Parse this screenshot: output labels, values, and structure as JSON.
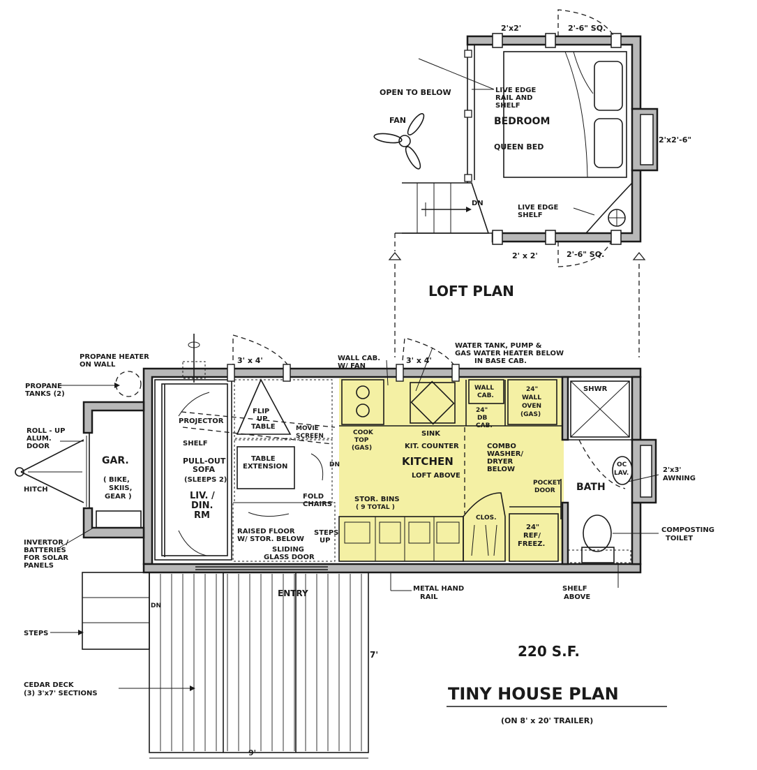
{
  "colors": {
    "kitchen": "#f4f0a4",
    "wall": "#b8b8b8",
    "ink": "#1a1a1a",
    "paper": "#ffffff"
  },
  "loft": {
    "title": "LOFT PLAN",
    "window_top_1": "2'x2'",
    "window_top_2": "2'-6\" SQ.",
    "window_right": "2'x2'-6\"",
    "window_bottom_1": "2' x 2'",
    "window_bottom_2": "2'-6\" SQ.",
    "open_to_below": "OPEN TO BELOW",
    "fan": "FAN",
    "live_edge_rail": [
      "LIVE EDGE",
      "RAIL AND",
      "SHELF"
    ],
    "bedroom": "BEDROOM",
    "queen_bed": "QUEEN BED",
    "dn": "DN",
    "live_edge_shelf": [
      "LIVE EDGE",
      "SHELF"
    ]
  },
  "main": {
    "propane_heater": [
      "PROPANE  HEATER",
      "ON WALL"
    ],
    "propane_tanks": [
      "PROPANE",
      "TANKS (2)"
    ],
    "roll_up_door": [
      "ROLL - UP",
      "ALUM.",
      "DOOR"
    ],
    "hitch": "HITCH",
    "gar": "GAR.",
    "gar_contents": [
      "( BIKE,",
      "SKIIS,",
      "GEAR )"
    ],
    "invertor": [
      "INVERTOR /",
      "BATTERIES",
      "FOR SOLAR",
      "PANELS"
    ],
    "window_liv": "3' x 4'",
    "window_kit": "3' x 4'",
    "projector": "PROJECTOR",
    "shelf": "SHELF",
    "sofa": [
      "PULL-OUT",
      "SOFA",
      "(SLEEPS 2)"
    ],
    "liv_din": [
      "LIV. /",
      "DIN.",
      "RM"
    ],
    "flip_table": [
      "FLIP",
      "UP",
      "TABLE"
    ],
    "movie_screen": [
      "MOVIE",
      "SCREEN"
    ],
    "table_extension": [
      "TABLE",
      "EXTENSION"
    ],
    "fold_chairs": [
      "FOLD",
      "CHAIRS"
    ],
    "raised_floor": [
      "RAISED FLOOR",
      "W/ STOR. BELOW"
    ],
    "sliding_door": [
      "SLIDING",
      "GLASS DOOR"
    ],
    "steps_up": [
      "STEPS",
      "UP"
    ],
    "dn": "DN",
    "wall_cab_fan": [
      "WALL CAB.",
      "W/ FAN"
    ],
    "water_tank": [
      "WATER TANK, PUMP &",
      "GAS WATER HEATER BELOW",
      "IN BASE CAB."
    ],
    "cook_top": [
      "COOK",
      "TOP",
      "(GAS)"
    ],
    "sink": "SINK",
    "kit_counter": "KIT. COUNTER",
    "kitchen": "KITCHEN",
    "loft_above": "LOFT ABOVE",
    "wall_cab": [
      "WALL",
      "CAB."
    ],
    "db_cab": [
      "24\"",
      "DB",
      "CAB."
    ],
    "wall_oven": [
      "24\"",
      "WALL",
      "OVEN",
      "(GAS)"
    ],
    "combo_washer": [
      "COMBO",
      "WASHER/",
      "DRYER",
      "BELOW"
    ],
    "stor_bins": [
      "STOR. BINS",
      "( 9 TOTAL )"
    ],
    "clos": "CLOS.",
    "pocket_door": [
      "POCKET",
      "DOOR"
    ],
    "ref": [
      "24\"",
      "REF/",
      "FREEZ."
    ],
    "shwr": "SHWR",
    "bath": "BATH",
    "lav": [
      "OC",
      "LAV."
    ],
    "awning": [
      "2'x3'",
      "AWNING"
    ],
    "composting": [
      "COMPOSTING",
      "TOILET"
    ],
    "metal_rail": [
      "METAL HAND",
      "RAIL"
    ],
    "shelf_above": [
      "SHELF",
      "ABOVE"
    ],
    "entry": "ENTRY",
    "steps": "STEPS",
    "cedar_deck": [
      "CEDAR DECK",
      "(3) 3'x7' SECTIONS"
    ],
    "deck_dim_v": "7'",
    "deck_dim_h": "9'"
  },
  "footer": {
    "area": "220 S.F.",
    "title": "TINY HOUSE PLAN",
    "subtitle": "(ON 8' x 20' TRAILER)"
  }
}
